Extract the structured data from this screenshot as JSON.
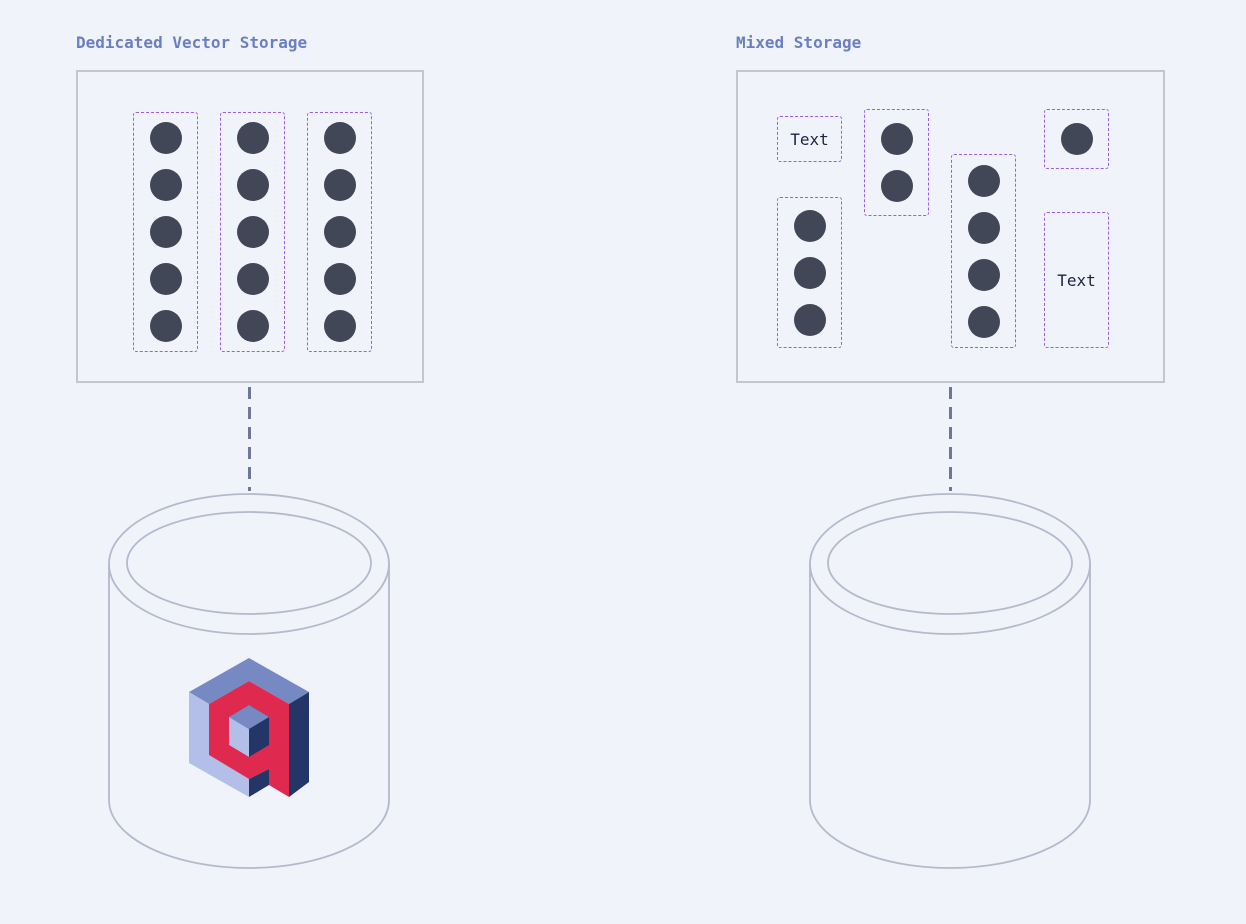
{
  "left_panel": {
    "title": "Dedicated Vector Storage",
    "columns": [
      {
        "vectors": 5
      },
      {
        "vectors": 5
      },
      {
        "vectors": 5
      }
    ],
    "database_logo": "qdrant-logo"
  },
  "right_panel": {
    "title": "Mixed Storage",
    "items": [
      {
        "kind": "text",
        "label": "Text"
      },
      {
        "kind": "vectors",
        "vectors": 3
      },
      {
        "kind": "vectors",
        "vectors": 2
      },
      {
        "kind": "vectors",
        "vectors": 4
      },
      {
        "kind": "vectors",
        "vectors": 1
      },
      {
        "kind": "text",
        "label": "Text"
      }
    ]
  },
  "colors": {
    "background": "#f0f3fa",
    "title": "#6b7fc0",
    "box_border": "#c3c6d1",
    "group_border": "#9b5de5",
    "vector_dot": "#414757",
    "connector": "#6e7793",
    "cylinder_stroke": "#b5b9cc",
    "logo_red": "#e0294f",
    "logo_navy": "#243668",
    "logo_blue": "#7789c2",
    "logo_light": "#b3bfe8"
  }
}
